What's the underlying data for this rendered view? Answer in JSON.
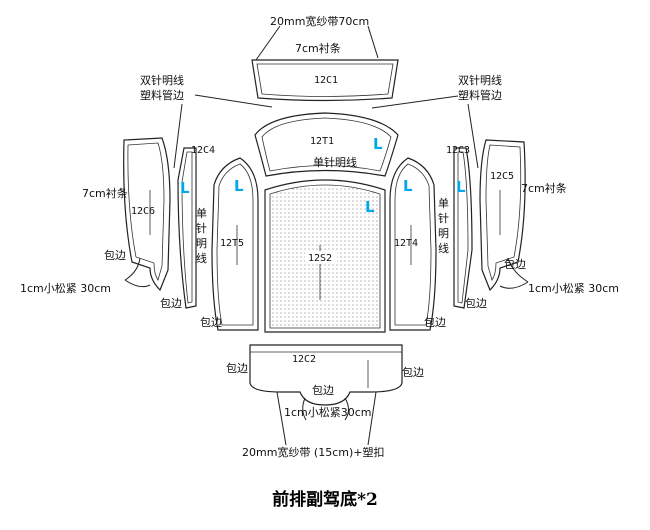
{
  "colors": {
    "marker": "#00a8e8",
    "line": "#222222"
  },
  "labels": {
    "top_band": "20mm宽纱带70cm",
    "top_lining": "7cm衬条",
    "piece_12C1": "12C1",
    "double_stitch_left": "双针明线",
    "plastic_edge_left": "塑料管边",
    "double_stitch_right": "双针明线",
    "plastic_edge_right": "塑料管边",
    "piece_12T1": "12T1",
    "single_stitch_top": "单针明线",
    "piece_12C4": "12C4",
    "piece_12C3": "12C3",
    "lining_left": "7cm衬条",
    "lining_right": "7cm衬条",
    "piece_12C6": "12C6",
    "piece_12C5": "12C5",
    "single_stitch_left": "单针明线",
    "single_stitch_right": "单针明线",
    "piece_12T5": "12T5",
    "piece_12T4": "12T4",
    "piece_12S2": "12S2",
    "edge_l1": "包边",
    "edge_l2": "包边",
    "edge_l3": "包边",
    "edge_r1": "包边",
    "edge_r2": "包边",
    "edge_r3": "包边",
    "elastic_left": "1cm小松紧 30cm",
    "elastic_right": "1cm小松紧 30cm",
    "piece_12C2": "12C2",
    "edge_bottom_left": "包边",
    "edge_bottom_right": "包边",
    "edge_bottom_center": "包边",
    "elastic_bottom": "1cm小松紧30cm",
    "bottom_band": "20mm宽纱带 (15cm)+塑扣",
    "caption": "前排副驾底*2",
    "marker": "L"
  }
}
